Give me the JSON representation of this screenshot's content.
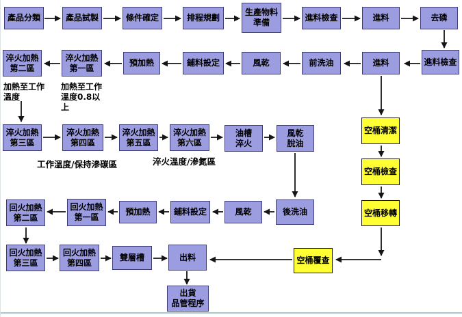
{
  "diagram": {
    "row1": [
      "產品分類",
      "產品試製",
      "條件確定",
      "排程規劃",
      "生產物料\n準備",
      "進料檢查",
      "進料",
      "去磷"
    ],
    "row2": [
      "淬火加熱\n第二區",
      "淬火加熱\n第一區",
      "預加熱",
      "鋪料設定",
      "風乾",
      "前洗油",
      "進料",
      "進料檢查"
    ],
    "row3": [
      "淬火加熱\n第三區",
      "淬火加熱\n第四區",
      "淬火加熱\n第五區",
      "淬火加熱\n第六區",
      "油槽\n淬火",
      "風乾\n脫油"
    ],
    "row4": [
      "回火加熱\n第二區",
      "回火加熱\n第一區",
      "預加熱",
      "鋪料設定",
      "風乾",
      "後洗油"
    ],
    "row5": [
      "回火加熱\n第三區",
      "回火加熱\n第四區",
      "雙層槽",
      "出料"
    ],
    "barrels": [
      "空桶清潔",
      "空桶檢查",
      "空桶移轉",
      "空桶覆查"
    ],
    "final": [
      "出貨\n品管程序"
    ],
    "notes": [
      "加熱至工作\n溫度",
      "加熱至工作\n溫度0.8以\n上",
      "工作溫度/保持滲碳區",
      "淬火溫度/滲氮區"
    ]
  },
  "colors": {
    "process_fill": "#9c9ce0",
    "process_border": "#3c3c78",
    "barrel_fill": "#ffff33",
    "barrel_border": "#151515",
    "arrow": "#151515",
    "text": "#000000"
  }
}
